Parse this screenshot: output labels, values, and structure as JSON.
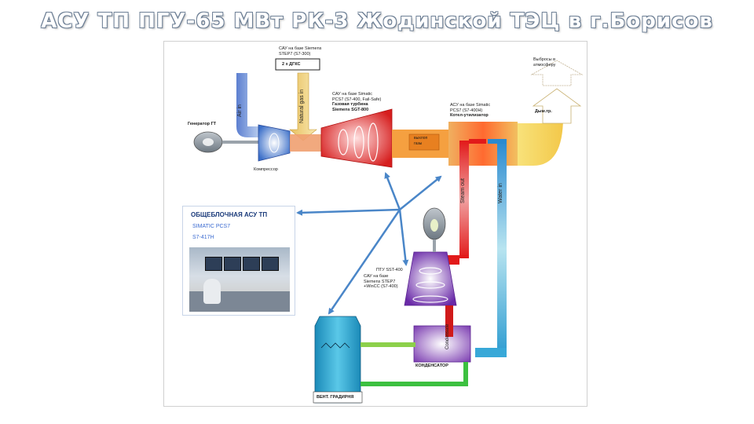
{
  "title": "АСУ ТП ПГУ-65 МВт РК-3 Жодинской ТЭЦ в г.Борисов",
  "labels": {
    "sau_siemens_1": "САУ на базе Siemens",
    "sau_siemens_2": "STEP7 (S7-300)",
    "dgk": "2 х ДГКС",
    "air_in": "Air in",
    "natural_gas_in": "Natural gas in",
    "generator_gt": "Генератор ГТ",
    "kompressor": "Компрессор",
    "gt_sau_1": "САУ на базе Simatic",
    "gt_sau_2": "PCS7 (S7-400, Fail-Safe)",
    "gt_sau_3": "Газовая турбина",
    "gt_sau_4": "Siemens SGT-800",
    "acu_kotel_1": "АСУ на базе Simatic",
    "acu_kotel_2": "PCS7 (S7-400H)",
    "acu_kotel_3": "Котел-утилизатор",
    "emissions_1": "Выбросы в",
    "emissions_2": "атмосферу",
    "stack": "Дым.тр.",
    "exhaust_1": "выхлоп",
    "exhaust_2": "газы",
    "steam_out": "Steam out",
    "water_in": "Water in",
    "condensate": "Condensate",
    "ptu_1": "ПТУ SST-400",
    "ptu_2": "САУ на базе",
    "ptu_3": "Siemens STEP7",
    "ptu_4": "+WinCC (S7-400)",
    "kondensator": "КОНДЕНСАТОР",
    "gradirnya": "ВЕНТ. ГРАДИРНЯ",
    "block_title": "ОБЩЕБЛОЧНАЯ АСУ ТП",
    "block_line1": "SIMATIC PCS7",
    "block_line2": "S7-417H"
  },
  "colors": {
    "title_outline": "#6d7f95",
    "arrow": "#4a86c8",
    "gas_turbine": "#e03030",
    "boiler": "#e8a040",
    "steam_red": "#e02020",
    "water_blue": "#38a8d8",
    "condensate_green": "#3cc040",
    "turbine_purple": "#8a4ab8"
  }
}
